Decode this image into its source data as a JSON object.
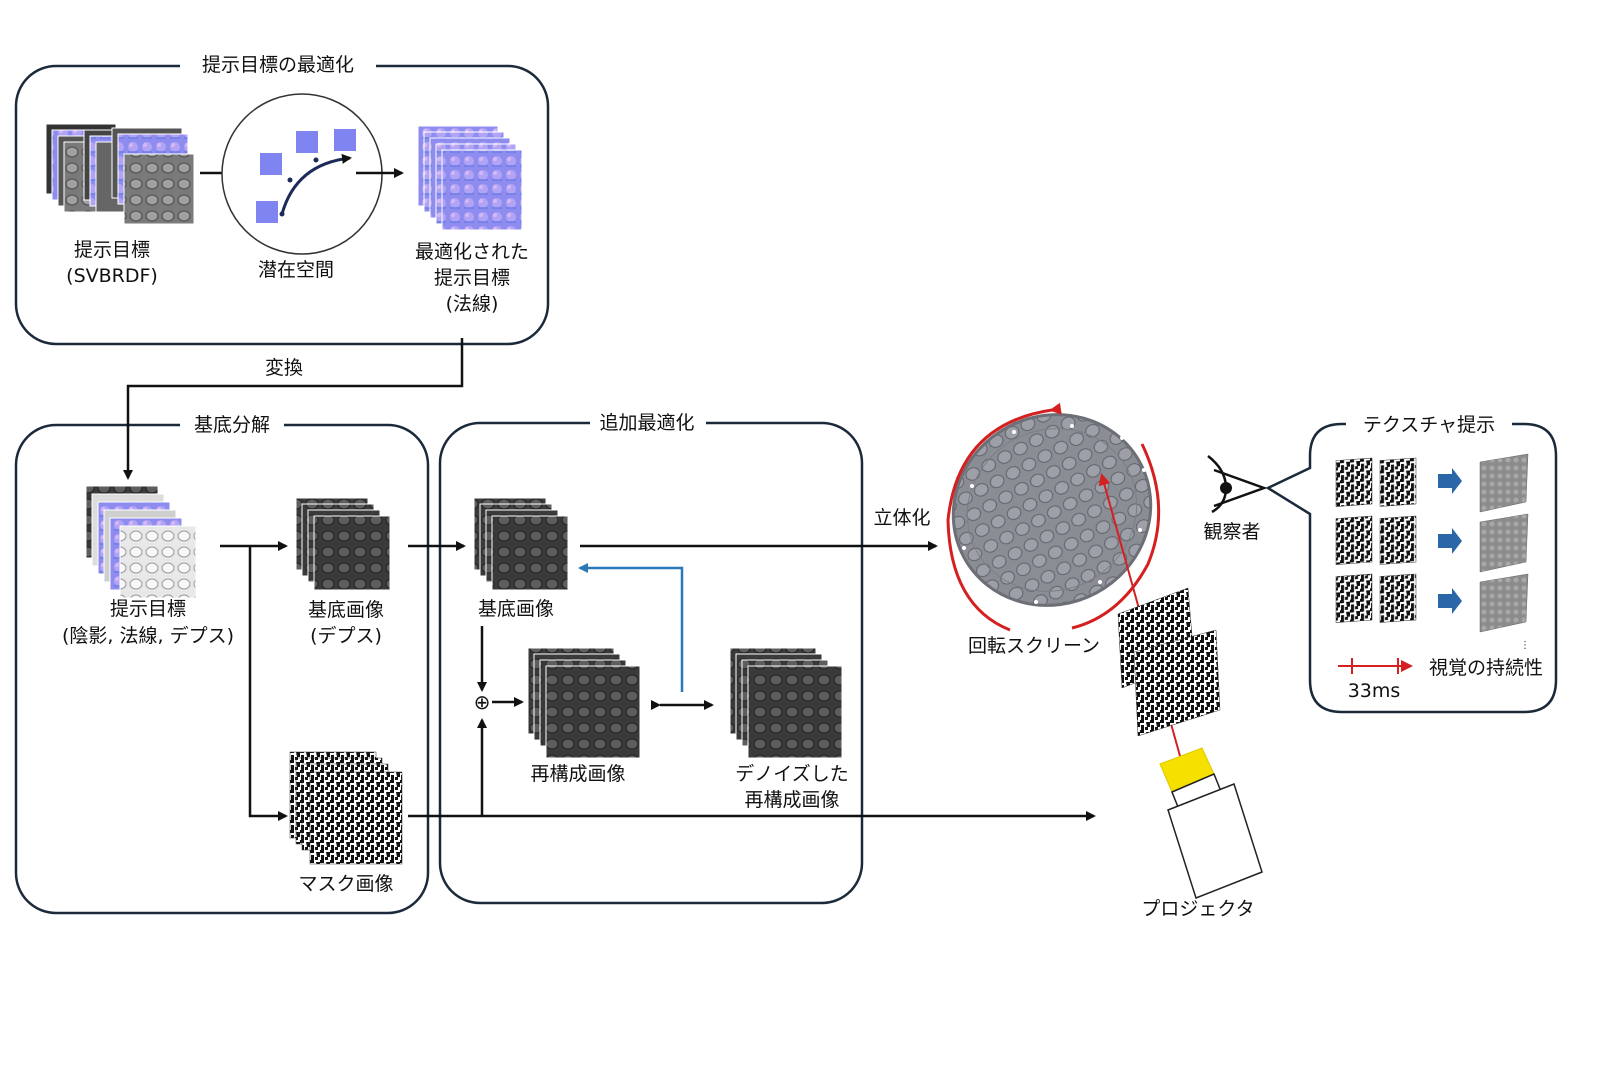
{
  "sections": {
    "optimization": "提示目標の最適化",
    "decomposition": "基底分解",
    "additional": "追加最適化",
    "texture": "テクスチャ提示"
  },
  "labels": {
    "target_line1": "提示目標",
    "target_line2": "(SVBRDF)",
    "latent": "潜在空間",
    "optimized_line1": "最適化された",
    "optimized_line2": "提示目標",
    "optimized_line3": "(法線)",
    "convert": "変換",
    "target2_line1": "提示目標",
    "target2_line2": "(陰影, 法線, デプス)",
    "basis_line1": "基底画像",
    "basis_line2": "(デプス)",
    "mask": "マスク画像",
    "basis2": "基底画像",
    "recon": "再構成画像",
    "denoised_line1": "デノイズした",
    "denoised_line2": "再構成画像",
    "solidify": "立体化",
    "screen": "回転スクリーン",
    "projector": "プロジェクタ",
    "observer": "観察者",
    "persistence": "視覚の持続性",
    "time": "33ms",
    "plus": "⊕",
    "ellipsis": "⋮"
  },
  "colors": {
    "box_stroke": "#1b2a3a",
    "feedback_arrow": "#2a78b8",
    "rotation_arrow": "#d42020",
    "projection_ray": "#d42020",
    "lens": "#f5e000",
    "normal_map": "#8a8af0",
    "slide_arrow": "#2a66a8"
  }
}
